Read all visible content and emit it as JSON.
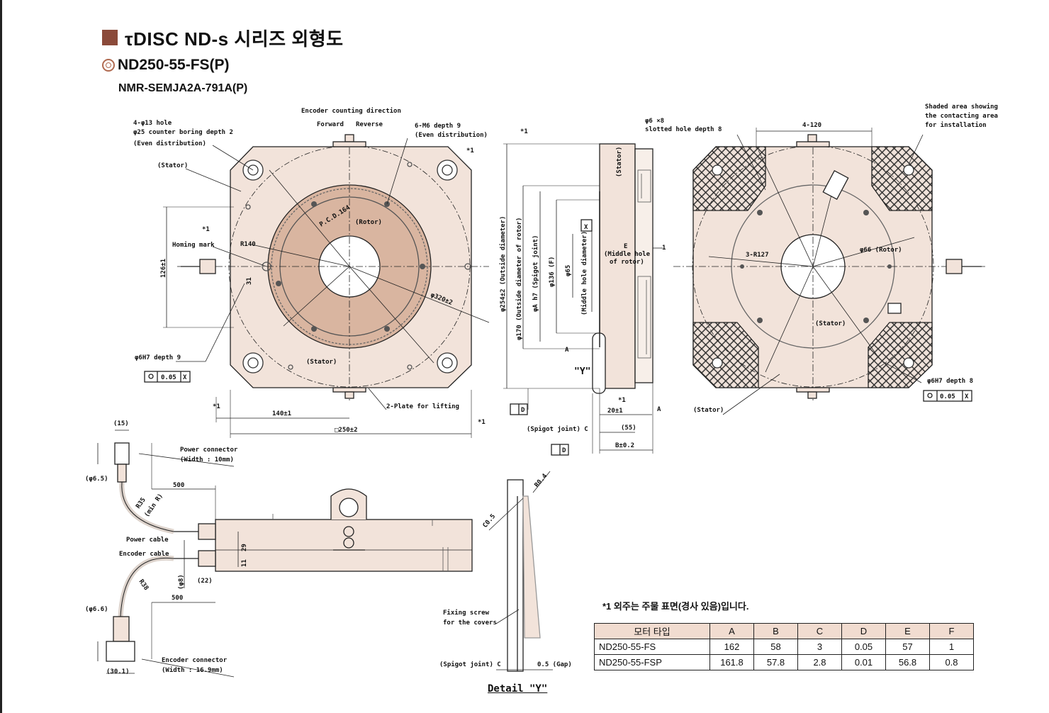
{
  "header": {
    "title": "τDISC ND-s 시리즈  외형도",
    "model": "ND250-55-FS(P)",
    "driver": "NMR-SEMJA2A-791A(P)"
  },
  "labels": {
    "encoder_dir": "Encoder counting direction",
    "forward": "Forward",
    "reverse": "Reverse",
    "hole1": "4-φ13 hole",
    "hole2": "φ25 counter boring depth 2",
    "hole3": "(Even distribution)",
    "m6a": "6-M6 depth 9",
    "m6b": "(Even distribution)",
    "stator": "(Stator)",
    "rotor": "(Rotor)",
    "homing": "Homing mark",
    "r140": "R140",
    "pcd": "P.C.D.164",
    "d320": "φ320±2",
    "d126": "126±1",
    "d31": "31",
    "mark1": "*1",
    "h7": "φ6H7 depth 9",
    "tol": "0.05",
    "x": "X",
    "d140": "140±1",
    "d250": "□250±2",
    "plate": "2-Plate for lifting",
    "slot1": "φ6 ×8",
    "slot2": "slotted hole depth 8",
    "w120": "4-120",
    "shaded1": "Shaded area showing",
    "shaded2": "the contacting area",
    "shaded3": "for installation",
    "r127": "3-R127",
    "d66": "φ66 (Rotor)",
    "stator2": "(Stator)",
    "h7b": "φ6H7 depth 8",
    "outside": "φ254±2 (Outside diameter)",
    "rotor_od": "φ170 (Outside diameter of rotor)",
    "spigot_a": "φA h7 (Spigot joint)",
    "d136": "φ136 (F)",
    "d65": "φ65",
    "middle": "(Middle hole diameter)",
    "middle2": "(Middle hole",
    "middle3": "of rotor)",
    "e": "E",
    "one": "1",
    "a": "A",
    "y": "\"Y\"",
    "d20": "20±1",
    "d55": "(55)",
    "spigot_c": "(Spigot joint) C",
    "b02": "B±0.2",
    "d": "D",
    "power_conn": "Power connector",
    "power_w": "(Width : 10mm)",
    "p15": "(15)",
    "p65": "(φ6.5)",
    "p500": "500",
    "r35": "R35",
    "min": "(min R)",
    "power_cable": "Power cable",
    "enc_cable": "Encoder cable",
    "d29": "29",
    "d11": "11",
    "d8": "(φ8)",
    "d22": "(22)",
    "e500": "500",
    "r38": "R38",
    "e66": "(φ6.6)",
    "enc_conn": "Encoder connector",
    "enc_w": "(Width : 16.9mm)",
    "e301": "(30.1)",
    "r04": "R0.4",
    "c05": "C0.5",
    "fixing1": "Fixing screw",
    "fixing2": "for the covers",
    "spigot_c2": "(Spigot joint) C",
    "gap": "0.5 (Gap)"
  },
  "note": "*1  외주는 주물 표면(경사 있음)입니다.",
  "table": {
    "headers": [
      "모터 타입",
      "A",
      "B",
      "C",
      "D",
      "E",
      "F"
    ],
    "rows": [
      [
        "ND250-55-FS",
        "162",
        "58",
        "3",
        "0.05",
        "57",
        "1"
      ],
      [
        "ND250-55-FSP",
        "161.8",
        "57.8",
        "2.8",
        "0.01",
        "56.8",
        "0.8"
      ]
    ]
  },
  "detail": "Detail \"Y\"",
  "colors": {
    "body": "#f2e3da",
    "rotor": "#d9b5a0",
    "accent": "#8b4a3a"
  }
}
